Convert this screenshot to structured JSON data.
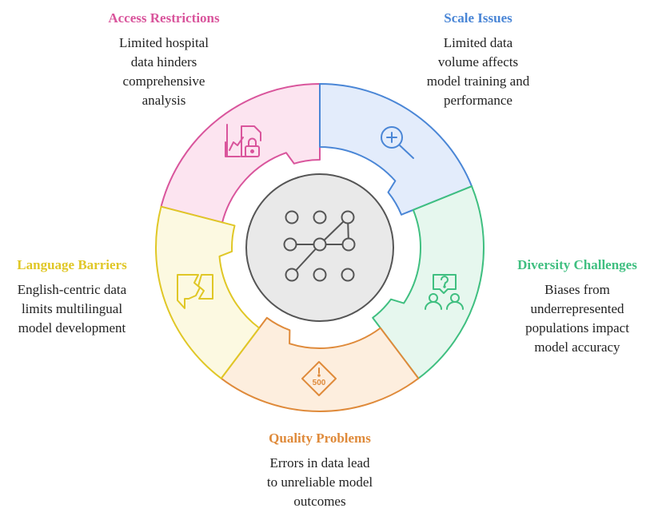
{
  "center": {
    "icon": "network-graph-icon"
  },
  "segments": [
    {
      "id": "access",
      "title": "Access Restrictions",
      "desc": [
        "Limited hospital",
        "data hinders",
        "comprehensive",
        "analysis"
      ],
      "color": "#d9559c",
      "fill": "#fce4f0",
      "icon": "chart-lock-icon"
    },
    {
      "id": "scale",
      "title": "Scale Issues",
      "desc": [
        "Limited data",
        "volume affects",
        "model training and",
        "performance"
      ],
      "color": "#4a86d6",
      "fill": "#e3ecfb",
      "icon": "magnify-plus-icon"
    },
    {
      "id": "diversity",
      "title": "Diversity Challenges",
      "desc": [
        "Biases from",
        "underrepresented",
        "populations impact",
        "model accuracy"
      ],
      "color": "#3fbf80",
      "fill": "#e6f7ee",
      "icon": "people-question-icon"
    },
    {
      "id": "quality",
      "title": "Quality Problems",
      "desc": [
        "Errors in data lead",
        "to unreliable model",
        "outcomes"
      ],
      "color": "#df8a3a",
      "fill": "#fdeede",
      "icon": "error-500-icon",
      "icon_text": "500"
    },
    {
      "id": "language",
      "title": "Language Barriers",
      "desc": [
        "English-centric data",
        "limits multilingual",
        "model development"
      ],
      "color": "#e0c726",
      "fill": "#fcf9e1",
      "icon": "speech-broken-icon"
    }
  ]
}
